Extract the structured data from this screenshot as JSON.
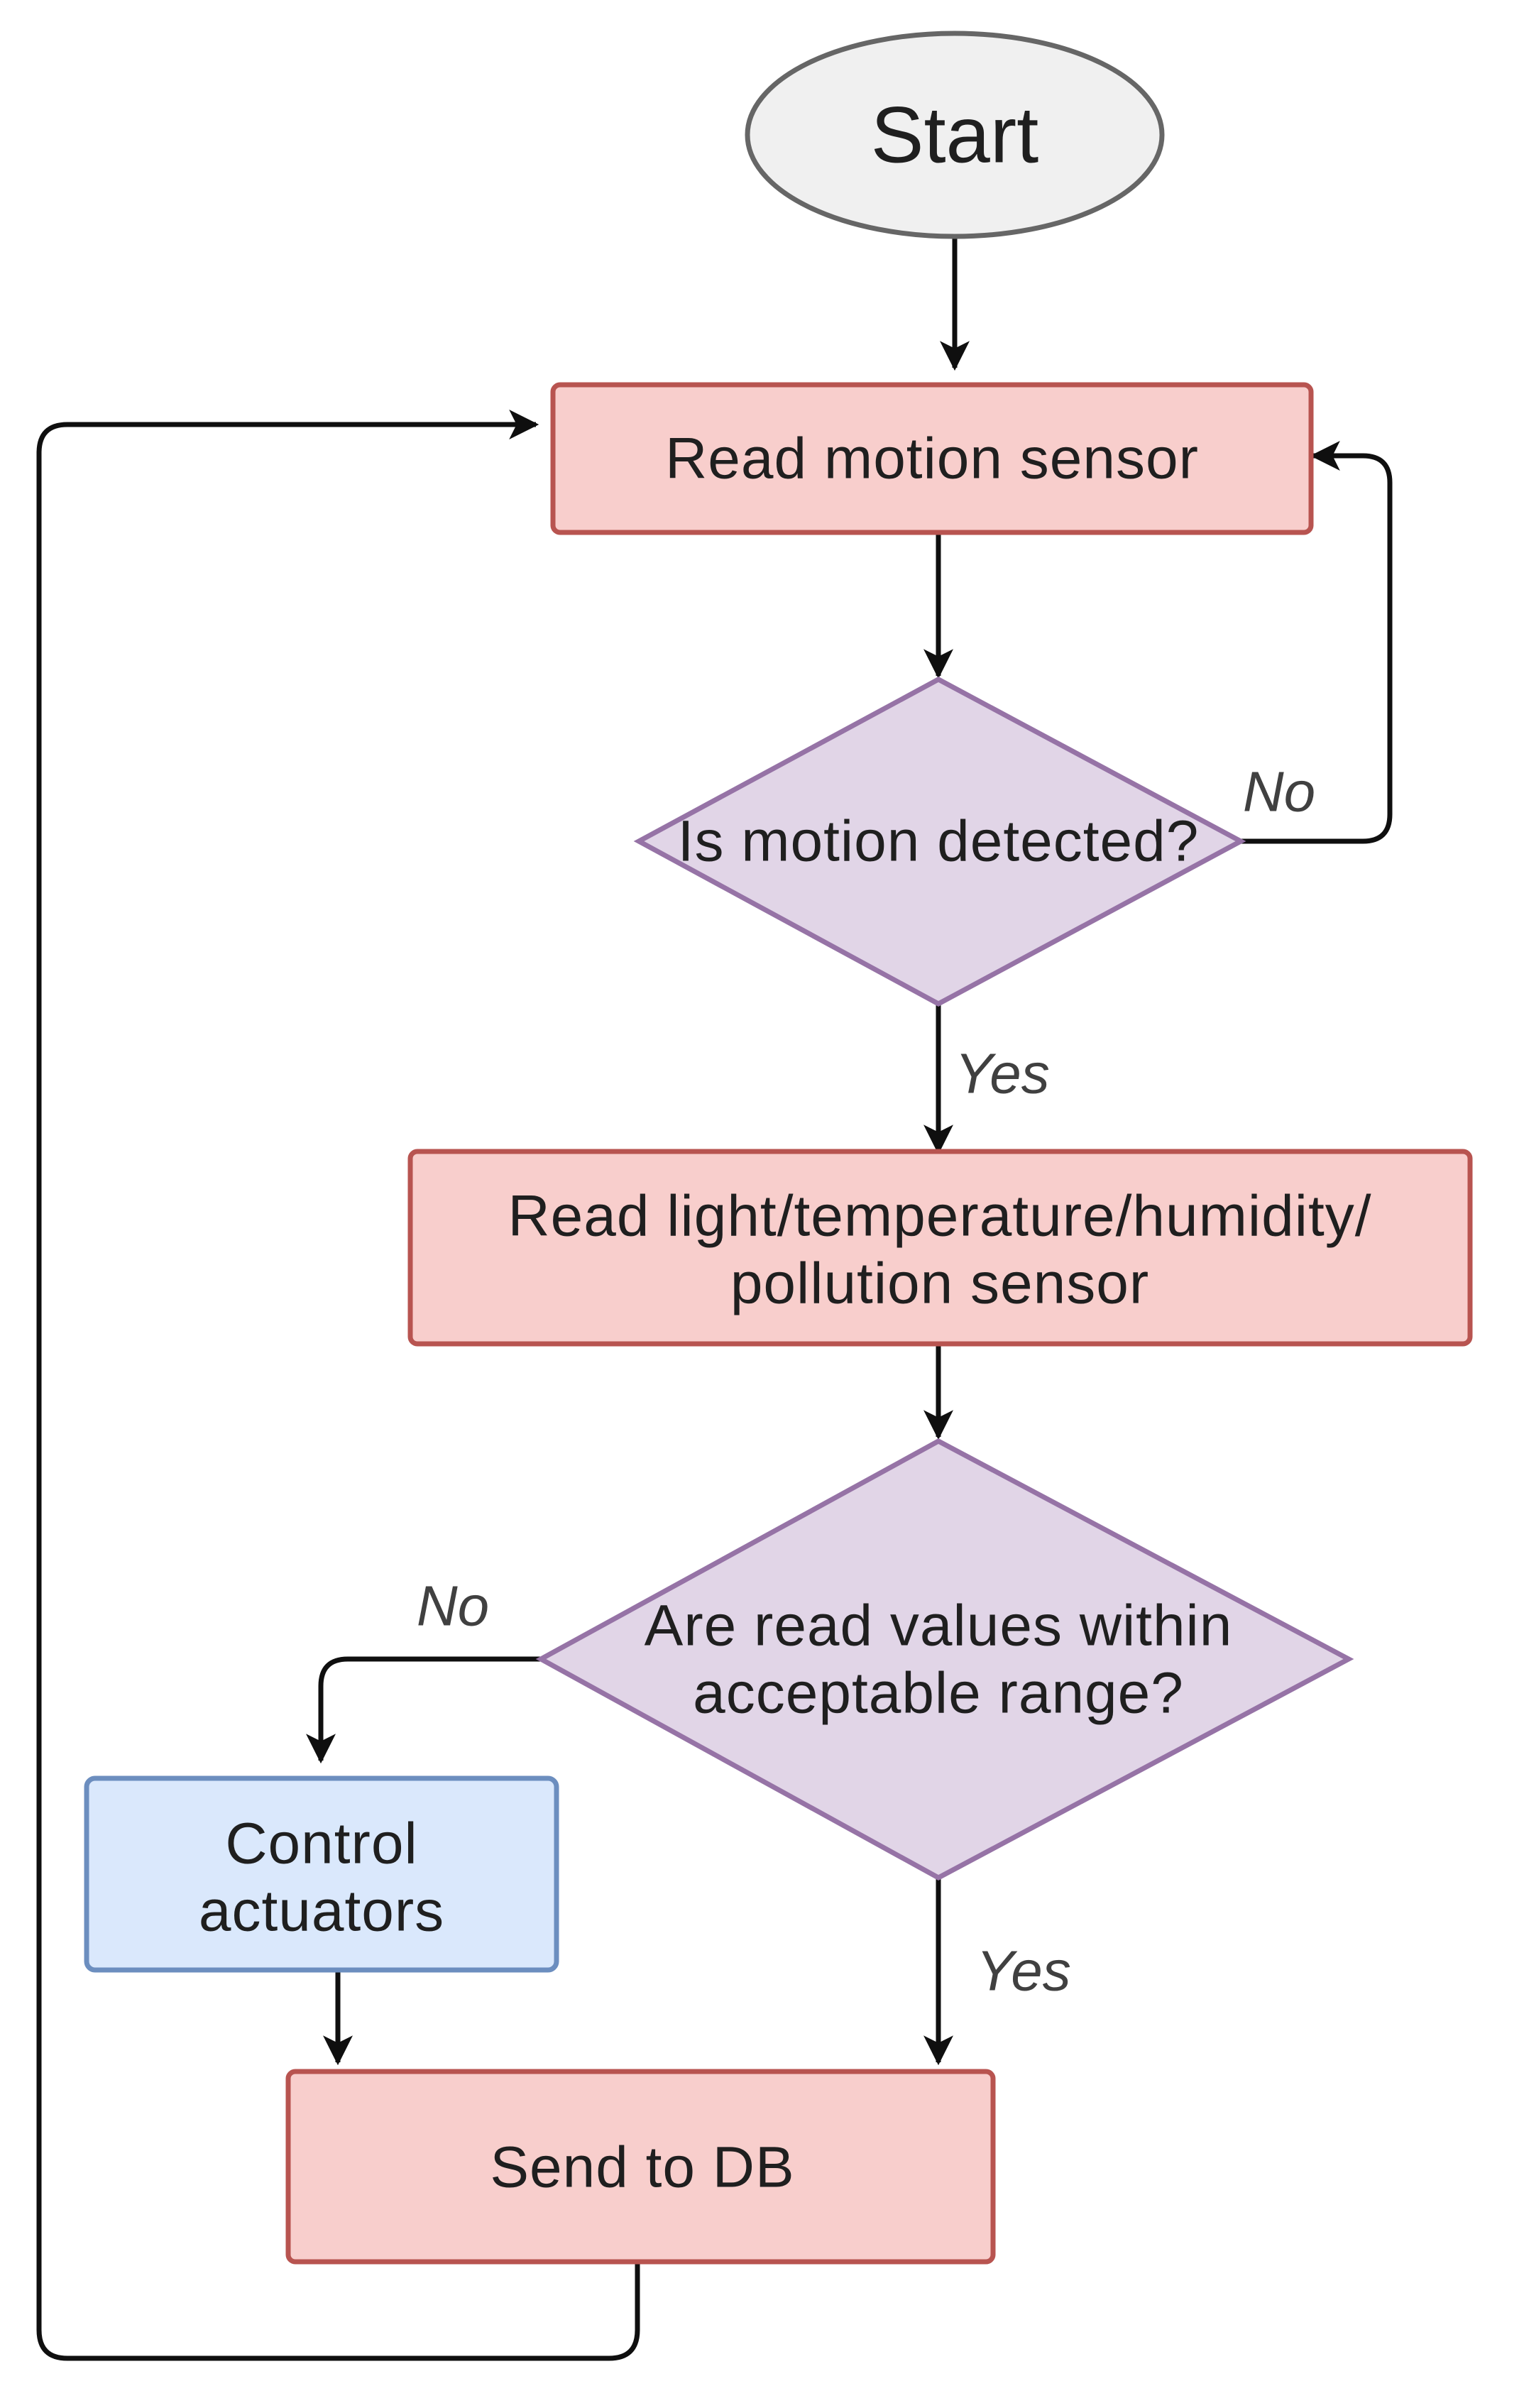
{
  "flowchart": {
    "start": {
      "label": "Start"
    },
    "read_motion": {
      "label": "Read motion sensor"
    },
    "motion_decision": {
      "label": "Is motion detected?"
    },
    "read_env": {
      "lines": [
        "Read light/temperature/humidity/",
        "pollution sensor"
      ]
    },
    "range_decision": {
      "lines": [
        "Are read values within",
        "acceptable range?"
      ]
    },
    "control_actuators": {
      "lines": [
        "Control",
        "actuators"
      ]
    },
    "send_db": {
      "label": "Send to DB"
    },
    "edges": {
      "motion_no": "No",
      "motion_yes": "Yes",
      "range_no": "No",
      "range_yes": "Yes"
    }
  },
  "colors": {
    "process_fill": "#f8cecc",
    "process_stroke": "#b85450",
    "decision_fill": "#e1d5e7",
    "decision_stroke": "#9673a6",
    "actuator_fill": "#dae8fc",
    "actuator_stroke": "#6c8ebf",
    "start_fill": "#f0f0f0",
    "start_stroke": "#666666"
  }
}
